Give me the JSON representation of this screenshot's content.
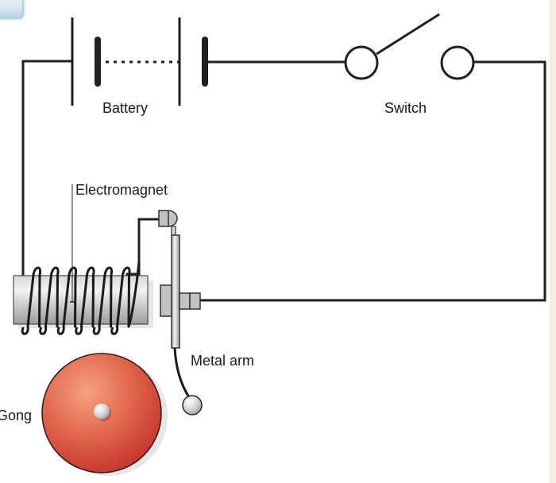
{
  "diagram": {
    "title": "Electric bell circuit",
    "labels": {
      "battery": "Battery",
      "switch": "Switch",
      "electromagnet": "Electromagnet",
      "metal_arm": "Metal arm",
      "gong": "Gong"
    },
    "components": [
      {
        "name": "battery",
        "type": "cells",
        "cells": 2,
        "connection": "series (dotted)"
      },
      {
        "name": "switch",
        "state": "open"
      },
      {
        "name": "electromagnet",
        "coil_turns": 6
      },
      {
        "name": "metal-arm",
        "parts": [
          "contact",
          "armature",
          "hammer"
        ]
      },
      {
        "name": "gong"
      }
    ],
    "colors": {
      "wire": "#231f20",
      "gong_highlight": "#f4a07d",
      "gong_shadow": "#c4302a",
      "metal_light": "#efefef",
      "metal_dark": "#9a9a9a",
      "side_strip": "#f6ece2",
      "corner_button": "#dbeaf0"
    }
  }
}
